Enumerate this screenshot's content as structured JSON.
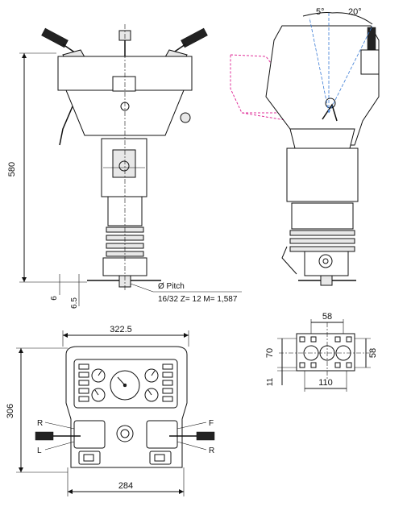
{
  "front_view": {
    "height_label": "580",
    "offset_a": "6",
    "offset_b": "6.5",
    "pitch_line1": "Ø  Pitch",
    "pitch_line2": "16/32  Z= 12  M= 1,587"
  },
  "side_view": {
    "angle_left": "5°",
    "angle_right": "20°"
  },
  "top_view": {
    "width_top": "322.5",
    "width_bottom": "284",
    "height_label": "306",
    "label_r_left": "R",
    "label_l_left": "L",
    "label_f_right": "F",
    "label_r_right": "R"
  },
  "flange_view": {
    "top_label": "58",
    "left_label": "70",
    "right_label": "58",
    "small_label": "11",
    "bottom_label": "110"
  }
}
